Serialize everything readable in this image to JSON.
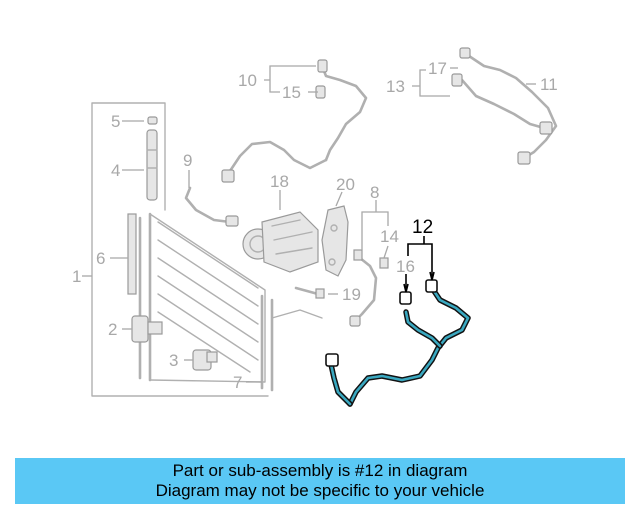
{
  "callouts": {
    "n1": "1",
    "n2": "2",
    "n3": "3",
    "n4": "4",
    "n5": "5",
    "n6": "6",
    "n7": "7",
    "n8": "8",
    "n9": "9",
    "n10": "10",
    "n11": "11",
    "n12": "12",
    "n13": "13",
    "n14": "14",
    "n15": "15",
    "n16": "16",
    "n17": "17",
    "n18": "18",
    "n19": "19",
    "n20": "20"
  },
  "highlighted_part": "12",
  "colors": {
    "banner": "#5ac8f5",
    "highlight_line": "#3aa8c0",
    "part_gray": "#b0b0b0"
  },
  "banner": {
    "line1": "Part or sub-assembly is #12 in diagram",
    "line2": "Diagram may not be specific to your vehicle"
  }
}
